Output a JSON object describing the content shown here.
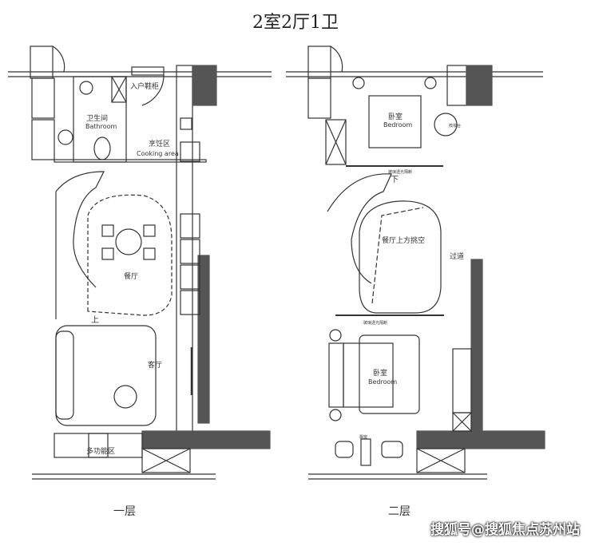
{
  "title": "2室2厅1卫",
  "floor1": {
    "label": "一层",
    "rooms": {
      "shoe_cabinet": "入户鞋柜",
      "bathroom_cn": "卫生间",
      "bathroom_en": "Bathroom",
      "cooking_cn": "烹饪区",
      "cooking_en": "Cooking area",
      "dining": "餐厅",
      "stairs_up": "上",
      "living": "客厅",
      "multi": "多功能区"
    }
  },
  "floor2": {
    "label": "二层",
    "rooms": {
      "bedroom1_cn": "卧室",
      "bedroom1_en": "Bedroom",
      "vanity": "梳妆台",
      "glass_partition1": "玻璃透光隔断",
      "stairs_down": "下",
      "void": "餐厅上方挑空",
      "corridor": "过道",
      "glass_partition2": "玻璃透光隔断",
      "bedroom2_cn": "卧室",
      "bedroom2_en": "Bedroom",
      "bay_window": "飘窗"
    }
  },
  "watermark": "搜狐号@搜狐焦点苏州站",
  "colors": {
    "wall": "#555555",
    "line": "#333333"
  }
}
